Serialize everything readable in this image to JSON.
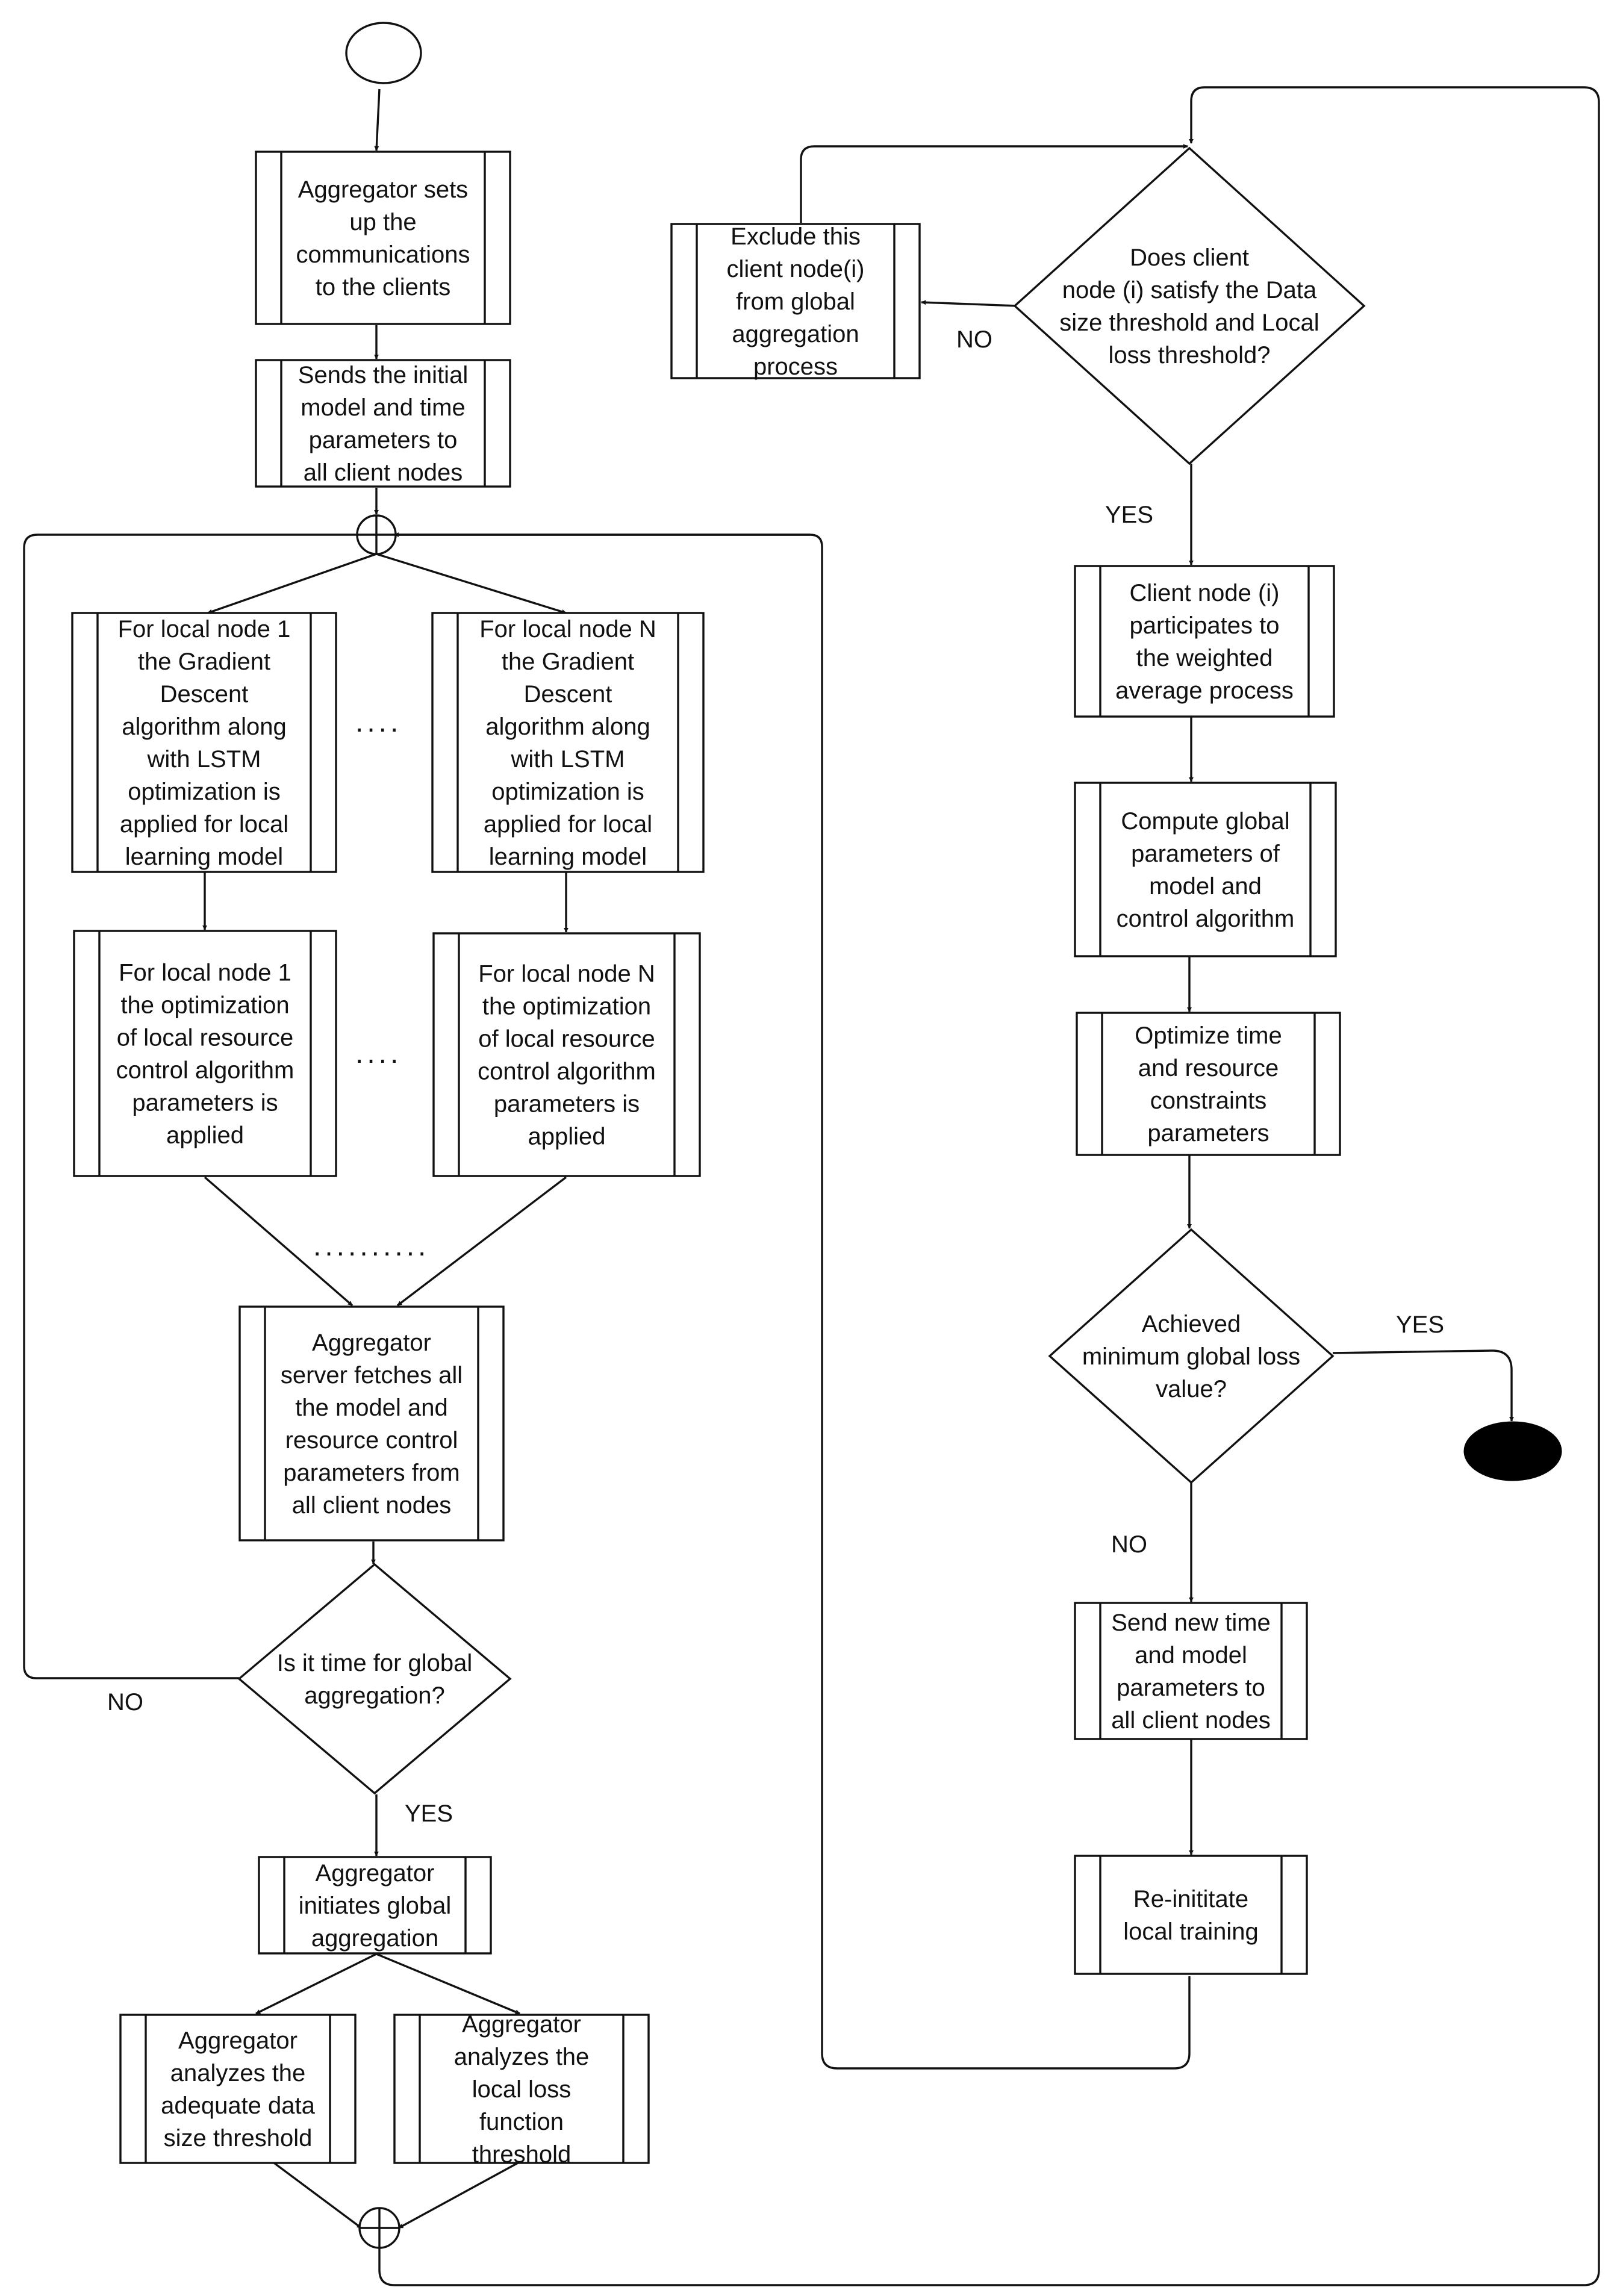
{
  "nodes": {
    "setup": [
      "Aggregator sets",
      "up the",
      "communications",
      "to the clients"
    ],
    "send_initial": [
      "Sends the initial",
      "model and time",
      "parameters to",
      "all client nodes"
    ],
    "gd_node1": [
      "For local node 1",
      "the Gradient",
      "Descent",
      "algorithm along",
      "with LSTM",
      "optimization is",
      "applied for local",
      "learning model"
    ],
    "gd_nodeN": [
      "For local node N",
      "the Gradient",
      "Descent",
      "algorithm along",
      "with LSTM",
      "optimization is",
      "applied for local",
      "learning model"
    ],
    "opt_node1": [
      "For local node 1",
      "the optimization",
      "of local resource",
      "control algorithm",
      "parameters is",
      "applied"
    ],
    "opt_nodeN": [
      "For local node N",
      "the optimization",
      "of local resource",
      "control algorithm",
      "parameters is",
      "applied"
    ],
    "fetch": [
      "Aggregator",
      "server fetches all",
      "the model and",
      "resource control",
      "parameters from",
      "all client nodes"
    ],
    "decision_time": [
      "Is it time for global",
      "aggregation?"
    ],
    "initiate": [
      "Aggregator",
      "initiates global",
      "aggregation"
    ],
    "analyze_data": [
      "Aggregator",
      "analyzes the",
      "adequate data",
      "size threshold"
    ],
    "analyze_loss": [
      "Aggregator",
      "analyzes the",
      "local loss",
      "function",
      "threshold"
    ],
    "exclude": [
      "Exclude this",
      "client node(i)",
      "from global",
      "aggregation",
      "process"
    ],
    "decision_client": [
      "Does client",
      "node (i) satisfy the Data",
      "size threshold and Local",
      "loss threshold?"
    ],
    "participate": [
      "Client node (i)",
      "participates to",
      "the weighted",
      "average process"
    ],
    "compute": [
      "Compute global",
      "parameters of",
      "model and",
      "control algorithm"
    ],
    "optimize": [
      "Optimize time",
      "and resource",
      "constraints",
      "parameters"
    ],
    "decision_loss": [
      "Achieved",
      "minimum global loss",
      "value?"
    ],
    "send_new": [
      "Send new time",
      "and model",
      "parameters to",
      "all client nodes"
    ],
    "reinitiate": [
      "Re-inititate",
      "local training"
    ]
  },
  "edge_labels": {
    "no_time": "NO",
    "yes_time": "YES",
    "no_client": "NO",
    "yes_client": "YES",
    "yes_loss": "YES",
    "no_loss": "NO"
  },
  "ellipsis": {
    "row_gd": "....",
    "row_opt": "....",
    "merge": ".........."
  }
}
